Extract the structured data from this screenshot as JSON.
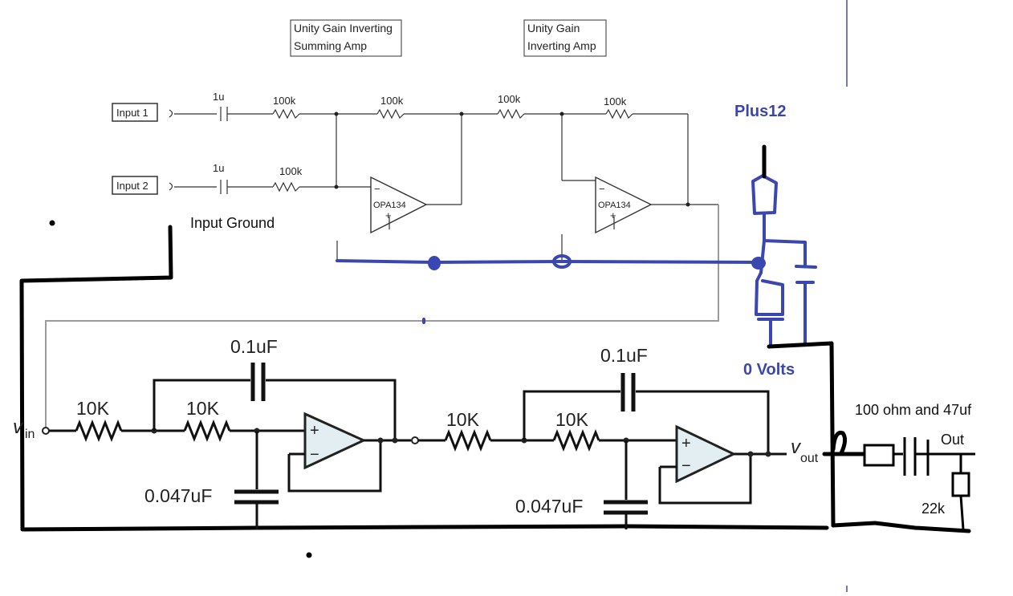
{
  "top_circuit": {
    "title_summing": [
      "Unity Gain Inverting",
      "Summing Amp"
    ],
    "title_inverting": [
      "Unity Gain",
      "Inverting Amp"
    ],
    "input1_label": "Input 1",
    "input2_label": "Input 2",
    "cap1_label": "1u",
    "cap2_label": "1u",
    "r_in1_label": "100k",
    "r_in2_label": "100k",
    "r_fb1_label": "100k",
    "r_mid_label": "100k",
    "r_fb2_label": "100k",
    "opamp1_label": "OPA134",
    "opamp2_label": "OPA134",
    "minus_sign": "−",
    "plus_sign": "+",
    "input_ground_label": "Input Ground"
  },
  "power": {
    "plus_label": "Plus12",
    "zero_label": "0 Volts",
    "color": "#3b47b0"
  },
  "filter": {
    "vin_label": "v",
    "vin_sub": "in",
    "r1_label": "10K",
    "r2_label": "10K",
    "c_fb1_label": "0.1uF",
    "c_gnd1_label": "0.047uF",
    "r3_label": "10K",
    "r4_label": "10K",
    "c_fb2_label": "0.1uF",
    "c_gnd2_label": "0.047uF",
    "vout_label": "v",
    "vout_sub": "out",
    "opamp_fill": "#e2eef2"
  },
  "output_stage": {
    "note_label": "100 ohm and 47uf",
    "out_label": "Out",
    "r_load_label": "22k"
  }
}
